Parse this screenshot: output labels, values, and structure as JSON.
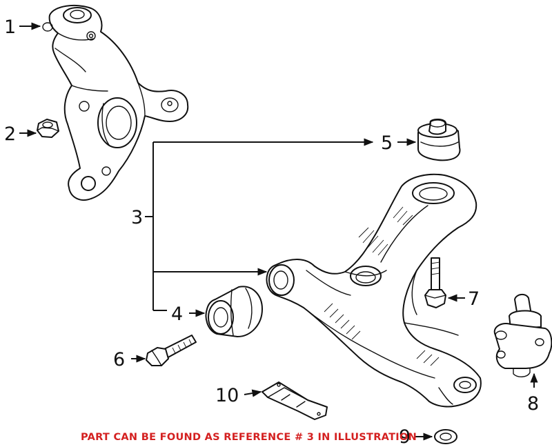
{
  "callouts": {
    "c1": "1",
    "c2": "2",
    "c3": "3",
    "c4": "4",
    "c5": "5",
    "c6": "6",
    "c7": "7",
    "c8": "8",
    "c9": "9",
    "c10": "10"
  },
  "caption": "PART CAN BE FOUND AS REFERENCE # 3 IN ILLUSTRATION",
  "colors": {
    "line": "#111111",
    "caption": "#d42020",
    "background": "#ffffff"
  }
}
